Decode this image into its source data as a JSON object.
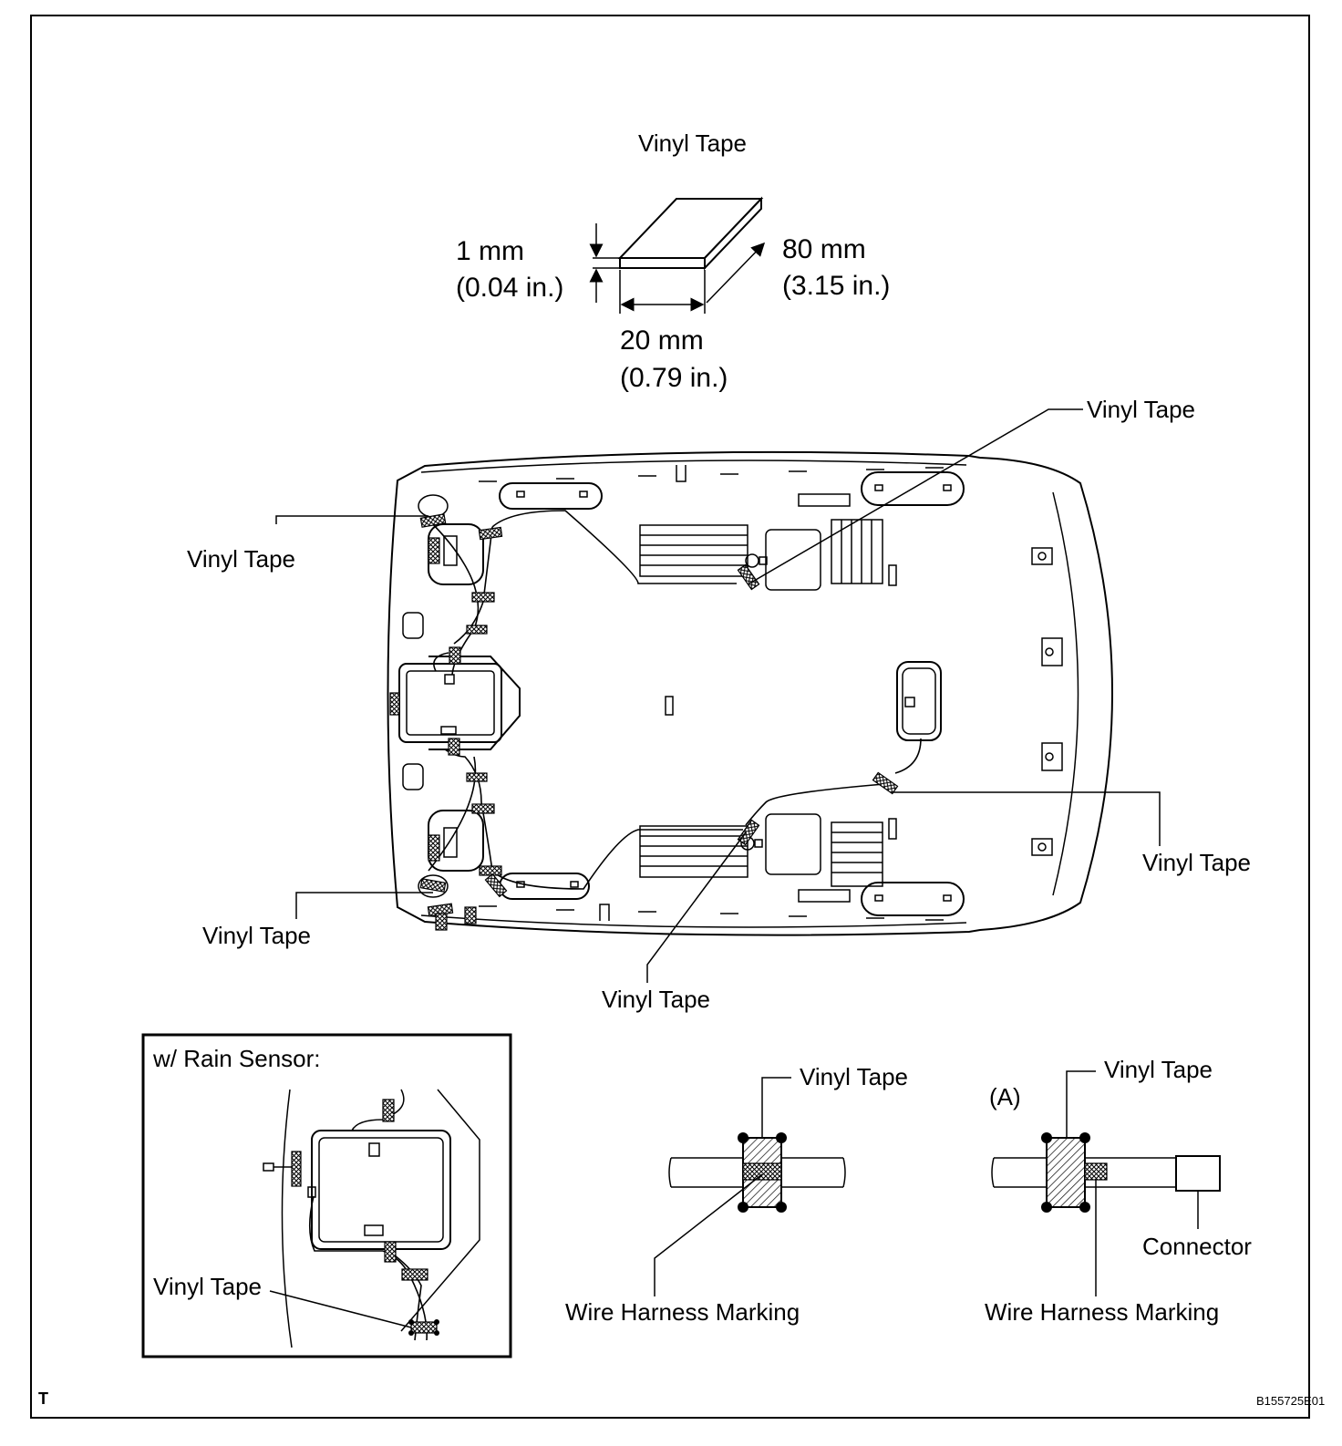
{
  "tape_spec": {
    "title": "Vinyl Tape",
    "thickness_mm": "1 mm",
    "thickness_in": "(0.04 in.)",
    "length_mm": "80 mm",
    "length_in": "(3.15 in.)",
    "width_mm": "20 mm",
    "width_in": "(0.79 in.)"
  },
  "callouts": {
    "top_right": "Vinyl Tape",
    "left_upper": "Vinyl Tape",
    "left_lower": "Vinyl Tape",
    "right_lower": "Vinyl Tape",
    "bottom_center": "Vinyl Tape"
  },
  "rain_sensor": {
    "title": "w/ Rain Sensor:",
    "tape_label": "Vinyl Tape"
  },
  "detail_center": {
    "tape_label": "Vinyl Tape",
    "marking_label": "Wire Harness Marking"
  },
  "detail_right": {
    "variant": "(A)",
    "tape_label": "Vinyl Tape",
    "connector_label": "Connector",
    "marking_label": "Wire Harness Marking"
  },
  "footer": {
    "corner_mark": "T",
    "figure_id": "B155725E01"
  }
}
